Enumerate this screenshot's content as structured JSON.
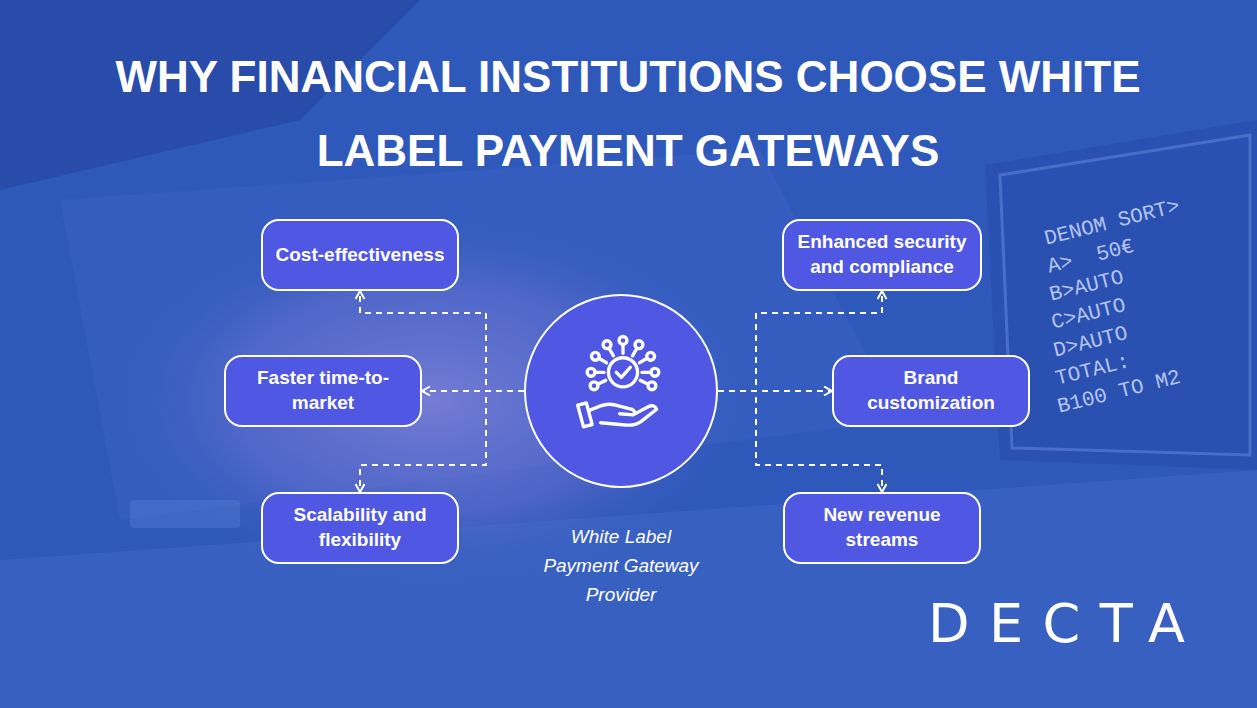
{
  "diagram": {
    "title": "WHY FINANCIAL INSTITUTIONS CHOOSE WHITE LABEL PAYMENT GATEWAYS",
    "nodes": [
      {
        "text": [
          "Cost-effectiveness"
        ]
      },
      {
        "text": [
          "Enhanced security and compliance"
        ]
      },
      {
        "text": [
          "Faster time-to-market"
        ]
      },
      {
        "text": [
          "White Label Payment Gateway Provider"
        ]
      },
      {
        "text": [
          "Brand customization"
        ]
      },
      {
        "text": [
          "Scalability and flexibility"
        ]
      },
      {
        "text": [
          "New revenue streams"
        ]
      }
    ],
    "edges": [
      {
        "from": 3,
        "to": 0,
        "arrow": "to"
      },
      {
        "from": 3,
        "to": 2,
        "arrow": "to"
      },
      {
        "from": 3,
        "to": 5,
        "arrow": "to"
      },
      {
        "from": 3,
        "to": 1,
        "arrow": "to"
      },
      {
        "from": 3,
        "to": 4,
        "arrow": "to"
      },
      {
        "from": 3,
        "to": 6,
        "arrow": "to"
      }
    ],
    "labels": [
      "DENOM SORT>",
      "A>  50€",
      "B>AUTO",
      "C>AUTO",
      "D>AUTO",
      "TOTAL:",
      "B100 TO M2",
      "DECTA"
    ]
  }
}
